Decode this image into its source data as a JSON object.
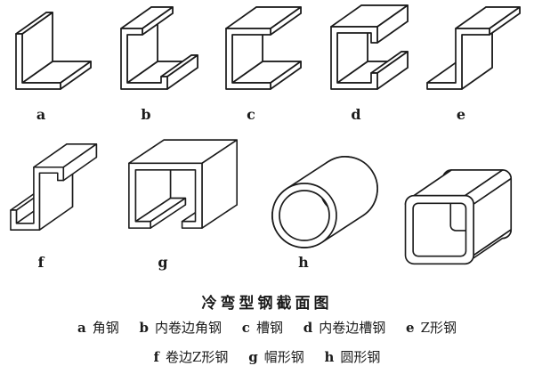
{
  "caption": "冷弯型钢截面图",
  "colors": {
    "ink": "#1b1b1b",
    "paper": "#ffffff"
  },
  "shapes": {
    "row1": [
      {
        "label": "a",
        "name": "angle-steel"
      },
      {
        "label": "b",
        "name": "lipped-angle-steel"
      },
      {
        "label": "c",
        "name": "channel-steel"
      },
      {
        "label": "d",
        "name": "lipped-channel-steel"
      },
      {
        "label": "e",
        "name": "z-section-steel"
      }
    ],
    "row2": [
      {
        "label": "f",
        "name": "lipped-z-section-steel"
      },
      {
        "label": "g",
        "name": "hat-section-steel"
      },
      {
        "label": "h",
        "name": "round-tube-steel"
      },
      {
        "label": "",
        "name": "square-tube-steel"
      }
    ]
  },
  "legend_line1": [
    {
      "key": "a",
      "term": "角钢"
    },
    {
      "key": "b",
      "term": "内卷边角钢"
    },
    {
      "key": "c",
      "term": "槽钢"
    },
    {
      "key": "d",
      "term": "内卷边槽钢"
    },
    {
      "key": "e",
      "term": "Z形钢"
    }
  ],
  "legend_line2": [
    {
      "key": "f",
      "term": "卷边Z形钢"
    },
    {
      "key": "g",
      "term": "帽形钢"
    },
    {
      "key": "h",
      "term": "圆形钢"
    }
  ]
}
